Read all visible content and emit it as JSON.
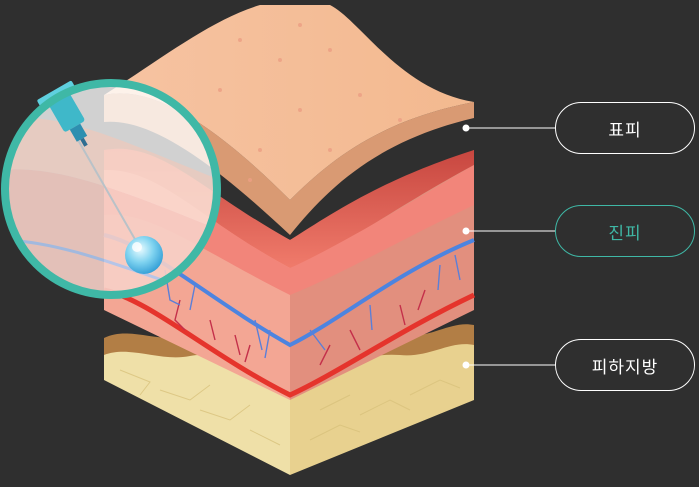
{
  "labels": {
    "epidermis": "표피",
    "dermis": "진피",
    "subcutaneous": "피하지방"
  },
  "colors": {
    "background": "#2f2f2f",
    "accent": "#3fb8a6",
    "line": "#ffffff"
  },
  "icons": [
    "syringe-icon",
    "magnifier-lens"
  ]
}
